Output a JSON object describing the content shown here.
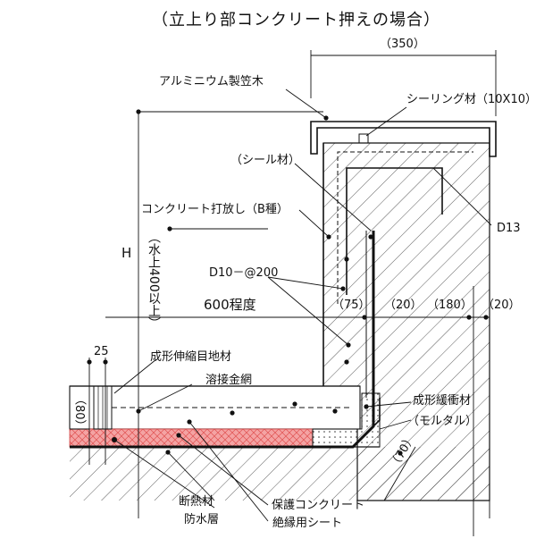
{
  "title": "（立上り部コンクリート押えの場合）",
  "labels": {
    "aluminum_coping": "アルミニウム製笠木",
    "sealing": "シーリング材（10X10）",
    "seal_material": "（シール材）",
    "exposed_concrete": "コンクリート打放し（B種）",
    "rebar_d13": "D13",
    "rebar_d10": "D10－@200",
    "height_h": "H",
    "height_note": "（水上400以上）",
    "extent_600": "600程度",
    "dim_350": "（350）",
    "dim_75": "（75）",
    "dim_20a": "（20）",
    "dim_180": "（180）",
    "dim_20b": "（20）",
    "dim_25": "25",
    "dim_80": "（80）",
    "dim_70": "（70）",
    "formed_joint": "成形伸縮目地材",
    "welded_mesh": "溶接金網",
    "formed_buffer": "成形緩衝材",
    "mortar": "（モルタル）",
    "insulation": "断熱材",
    "waterproof": "防水層",
    "protective_concrete": "保護コンクリート",
    "insulating_sheet": "絶縁用シート"
  },
  "colors": {
    "insulation_fill": "#f4a3a3",
    "insulation_hatch": "#e05050",
    "line": "#111111"
  }
}
